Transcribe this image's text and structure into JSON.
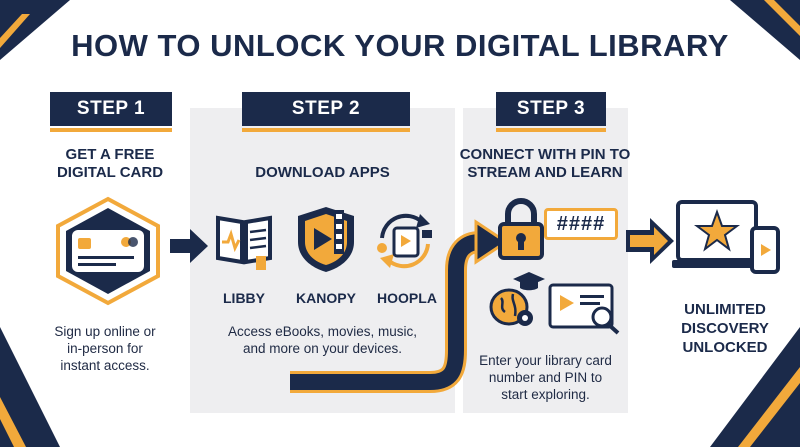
{
  "title": "HOW TO UNLOCK YOUR DIGITAL LIBRARY",
  "colors": {
    "navy": "#1b2a4a",
    "gold": "#f2a93b",
    "panel": "#eeeef0",
    "white": "#ffffff"
  },
  "steps": [
    {
      "label": "STEP 1",
      "heading_line1": "GET A FREE",
      "heading_line2": "DIGITAL CARD",
      "icon": "library-card-icon",
      "body_line1": "Sign up online or",
      "body_line2": "in-person for",
      "body_line3": "instant access."
    },
    {
      "label": "STEP 2",
      "heading": "DOWNLOAD APPS",
      "apps": [
        {
          "name": "LIBBY",
          "icon": "open-book-icon"
        },
        {
          "name": "KANOPY",
          "icon": "film-play-shield-icon"
        },
        {
          "name": "HOOPLA",
          "icon": "media-cycle-icon"
        }
      ],
      "body_line1": "Access eBooks, movies, music,",
      "body_line2": "and more on your devices."
    },
    {
      "label": "STEP 3",
      "heading_line1": "CONNECT WITH PIN TO",
      "heading_line2": "STREAM AND LEARN",
      "pin_mask": "####",
      "icons": [
        "padlock-icon",
        "brain-gear-icon",
        "graduation-cap-icon",
        "video-player-icon",
        "magnifier-icon"
      ],
      "body_line1": "Enter your library card",
      "body_line2": "number and PIN to",
      "body_line3": "start exploring."
    }
  ],
  "result": {
    "icon": "star-devices-icon",
    "line1": "UNLIMITED",
    "line2": "DISCOVERY",
    "line3": "UNLOCKED"
  }
}
